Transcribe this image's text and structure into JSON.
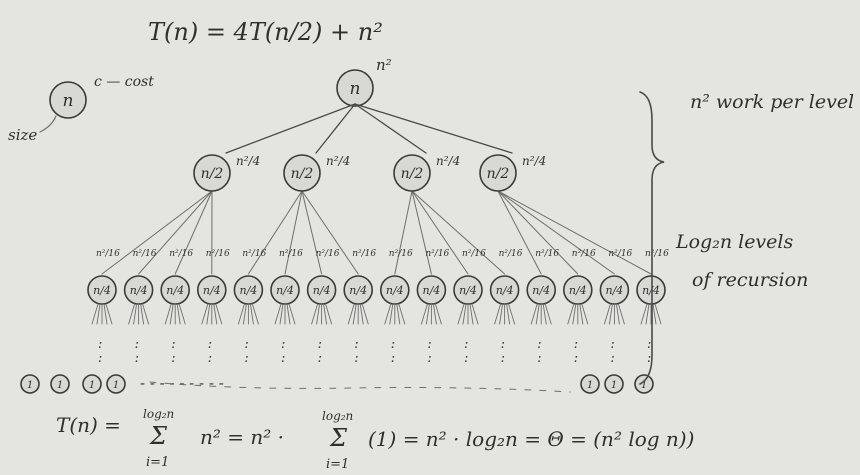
{
  "title": "T(n) = 4T(n/2) + n²",
  "legend": {
    "node_label": "n",
    "size_label": "size",
    "cost_label": "c — cost"
  },
  "root": {
    "label": "n",
    "cost": "n²"
  },
  "level1": {
    "label": "n/2",
    "cost": "n²/4",
    "count": 4
  },
  "level2": {
    "label": "n/4",
    "cost": "n²/16",
    "count": 16
  },
  "ellipsis": ":",
  "leaf": {
    "label": "1",
    "dots": "- - - - - - - - -"
  },
  "annotations": {
    "work_per_level": "n² work per level",
    "levels_line1": "Log₂n levels",
    "levels_line2": "of recursion"
  },
  "summation": {
    "lhs": "T(n) =",
    "sum_top": "log₂n",
    "sum_sigma": "Σ",
    "sum_bottom": "i=1",
    "term1": "n²  =  n² ·",
    "sum2_top": "log₂n",
    "sum2_sigma": "Σ",
    "sum2_bottom": "i=1",
    "term2": "(1)  =  n² · log₂n  =  Θ = (n² log n))"
  }
}
